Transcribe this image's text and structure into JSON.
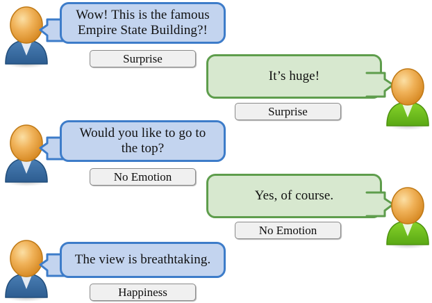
{
  "scene": {
    "title": "Emotion-labelled dialogue illustration",
    "background_color": "#ffffff",
    "colors": {
      "left_bubble_fill": "#c3d4ef",
      "left_bubble_border": "#3d7cc9",
      "right_bubble_fill": "#d7e8cf",
      "right_bubble_border": "#5e9d4c",
      "label_fill": "#f0f0f0",
      "label_border": "#8a8a8a",
      "avatar_head": "#e8a03c",
      "avatar_body_left": "#33689e",
      "avatar_body_right": "#6fbf1f"
    }
  },
  "turns": [
    {
      "id": "turn-1",
      "speaker": "speaker-blue",
      "side": "left",
      "avatar_name": "avatar-blue-person",
      "text": "Wow! This is the famous Empire State Building?!",
      "emotion": "Surprise"
    },
    {
      "id": "turn-2",
      "speaker": "speaker-green",
      "side": "right",
      "avatar_name": "avatar-green-person",
      "text": "It’s huge!",
      "emotion": "Surprise"
    },
    {
      "id": "turn-3",
      "speaker": "speaker-blue",
      "side": "left",
      "avatar_name": "avatar-blue-person",
      "text": "Would you like to go to the top?",
      "emotion": "No Emotion"
    },
    {
      "id": "turn-4",
      "speaker": "speaker-green",
      "side": "right",
      "avatar_name": "avatar-green-person",
      "text": "Yes, of course.",
      "emotion": "No Emotion"
    },
    {
      "id": "turn-5",
      "speaker": "speaker-blue",
      "side": "left",
      "avatar_name": "avatar-blue-person",
      "text": "The view is breathtaking.",
      "emotion": "Happiness"
    }
  ]
}
